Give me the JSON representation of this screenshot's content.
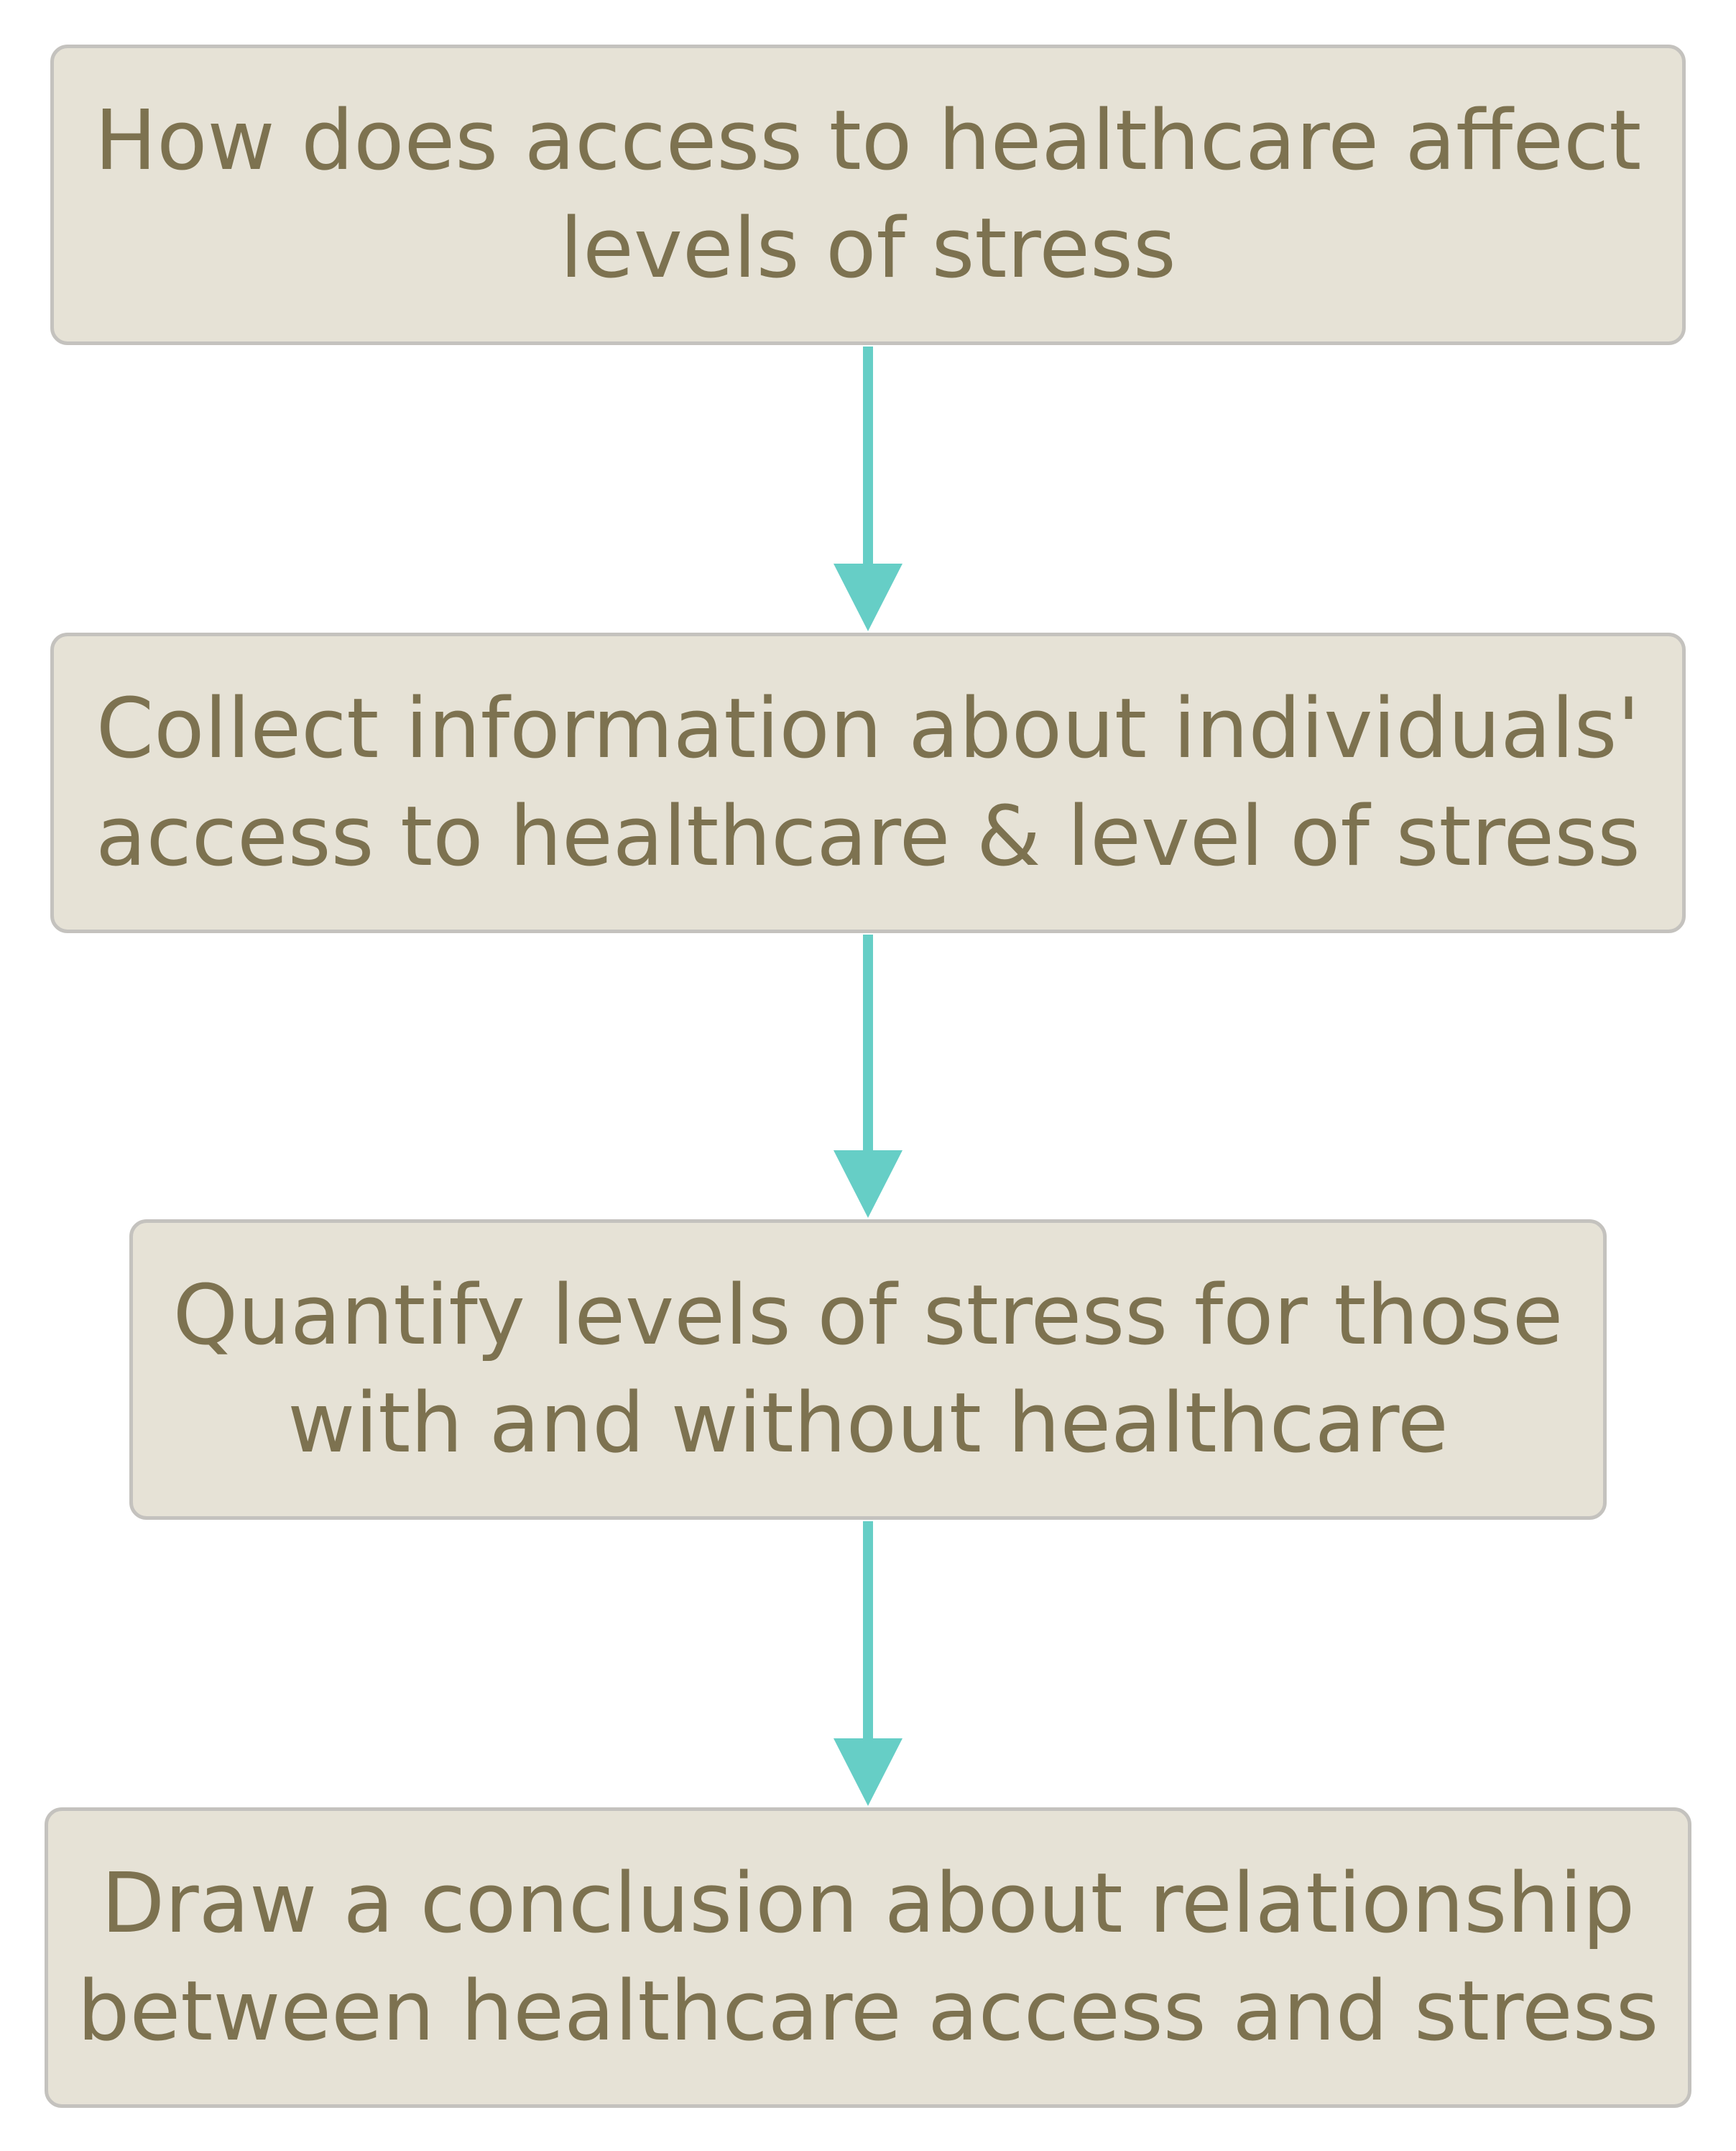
{
  "colors": {
    "node_fill": "#e6e2d6",
    "node_border": "#c4c2be",
    "node_text": "#7d7250",
    "arrow": "#66cec6"
  },
  "nodes": [
    {
      "lines": [
        "How does access to healthcare affect",
        "levels of stress"
      ]
    },
    {
      "lines": [
        "Collect information about individuals'",
        "access to healthcare & level of stress"
      ]
    },
    {
      "lines": [
        "Quantify levels of stress for those",
        "with and without healthcare"
      ]
    },
    {
      "lines": [
        "Draw a conclusion about relationship",
        "between healthcare access and stress"
      ]
    }
  ],
  "edges": [
    {
      "from": 0,
      "to": 1
    },
    {
      "from": 1,
      "to": 2
    },
    {
      "from": 2,
      "to": 3
    }
  ]
}
